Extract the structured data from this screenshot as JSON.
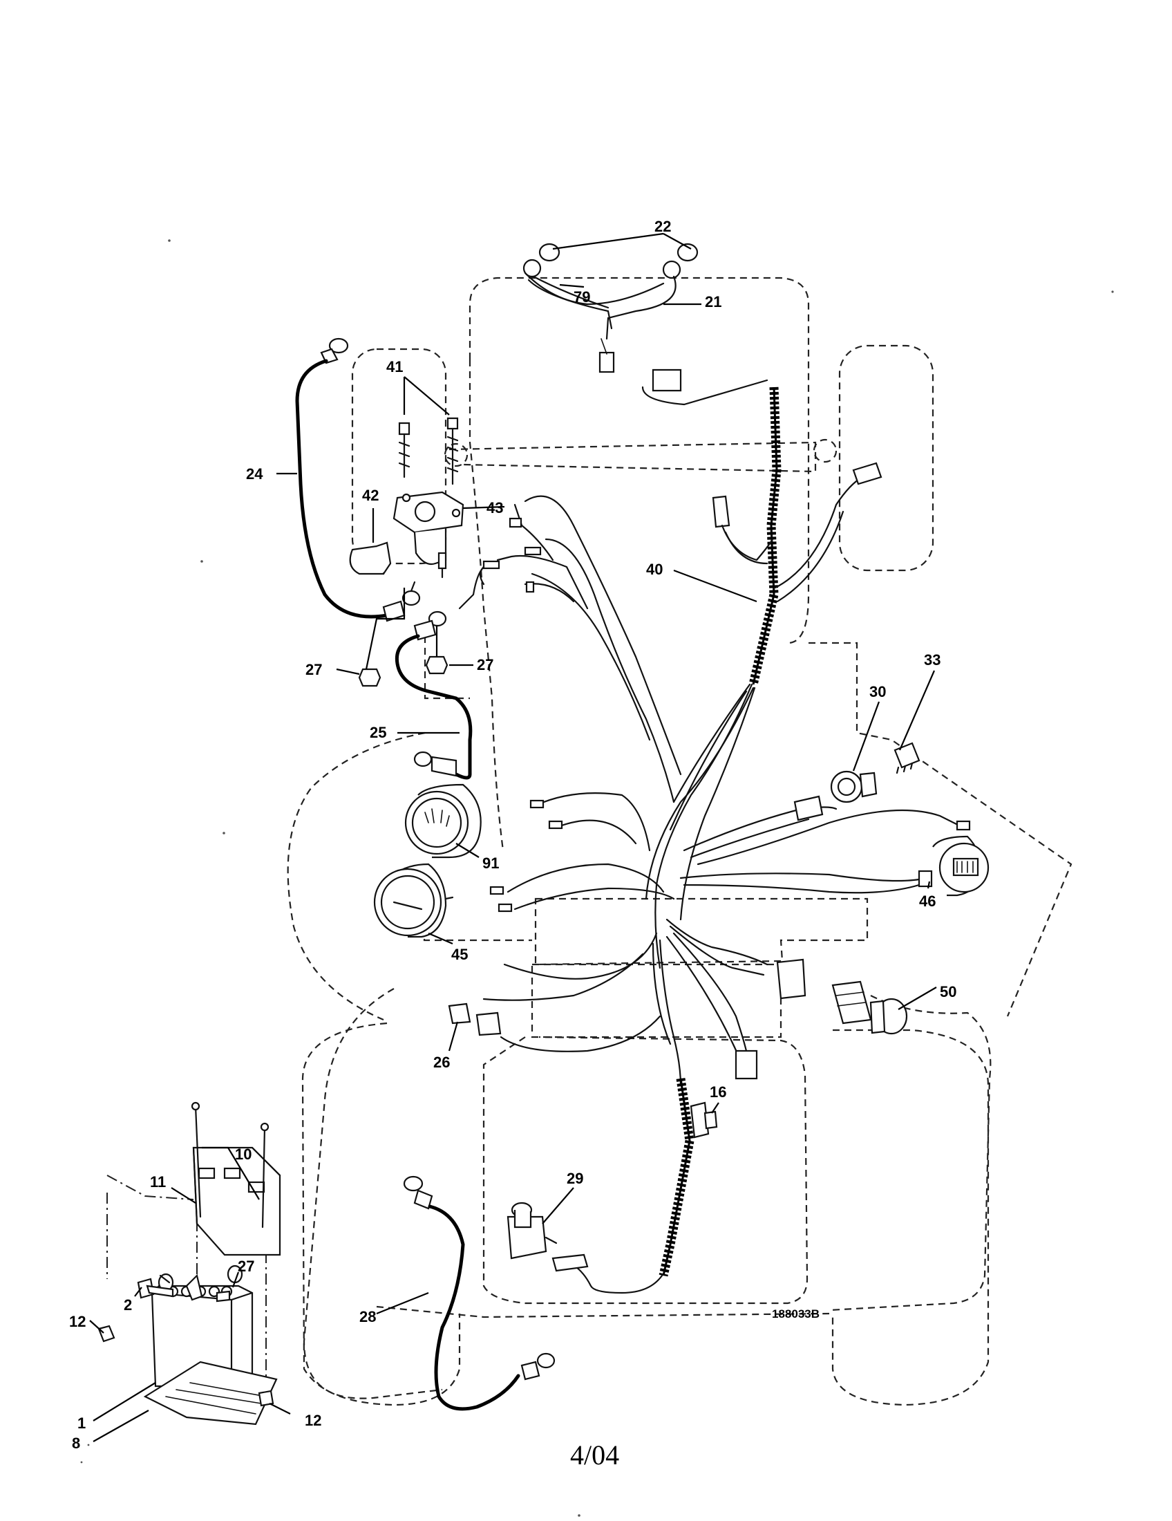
{
  "diagram": {
    "callouts": [
      {
        "id": "c22",
        "text": "22"
      },
      {
        "id": "c79",
        "text": "79"
      },
      {
        "id": "c21",
        "text": "21"
      },
      {
        "id": "c41",
        "text": "41"
      },
      {
        "id": "c24",
        "text": "24"
      },
      {
        "id": "c42",
        "text": "42"
      },
      {
        "id": "c43",
        "text": "43"
      },
      {
        "id": "c40",
        "text": "40"
      },
      {
        "id": "c27a",
        "text": "27"
      },
      {
        "id": "c27b",
        "text": "27"
      },
      {
        "id": "c25",
        "text": "25"
      },
      {
        "id": "c33",
        "text": "33"
      },
      {
        "id": "c30",
        "text": "30"
      },
      {
        "id": "c91",
        "text": "91"
      },
      {
        "id": "c46",
        "text": "46"
      },
      {
        "id": "c45",
        "text": "45"
      },
      {
        "id": "c50",
        "text": "50"
      },
      {
        "id": "c26",
        "text": "26"
      },
      {
        "id": "c16",
        "text": "16"
      },
      {
        "id": "c10",
        "text": "10"
      },
      {
        "id": "c11",
        "text": "11"
      },
      {
        "id": "c29",
        "text": "29"
      },
      {
        "id": "c27c",
        "text": "27"
      },
      {
        "id": "c28",
        "text": "28"
      },
      {
        "id": "c12a",
        "text": "12"
      },
      {
        "id": "c2",
        "text": "2"
      },
      {
        "id": "c1",
        "text": "1"
      },
      {
        "id": "c8",
        "text": "8"
      },
      {
        "id": "c12b",
        "text": "12"
      }
    ],
    "reference_number": "188033B",
    "page_label": "4/04"
  }
}
